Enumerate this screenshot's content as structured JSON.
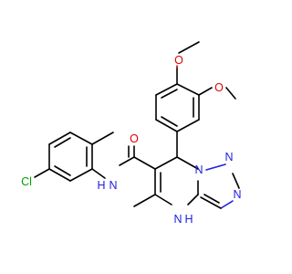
{
  "molecule": {
    "atoms": {
      "o_top": "O",
      "o_right": "O",
      "o_amide": "O",
      "n_amide": "N",
      "h_amide": "H",
      "cl": "Cl",
      "n1": "N",
      "n2": "N",
      "n3": "N",
      "nh_ring": "N",
      "h_ring": "H"
    }
  },
  "colors": {
    "carbon": "#000000",
    "nitrogen": "#2020e0",
    "oxygen": "#e00000",
    "chlorine": "#00a000"
  }
}
